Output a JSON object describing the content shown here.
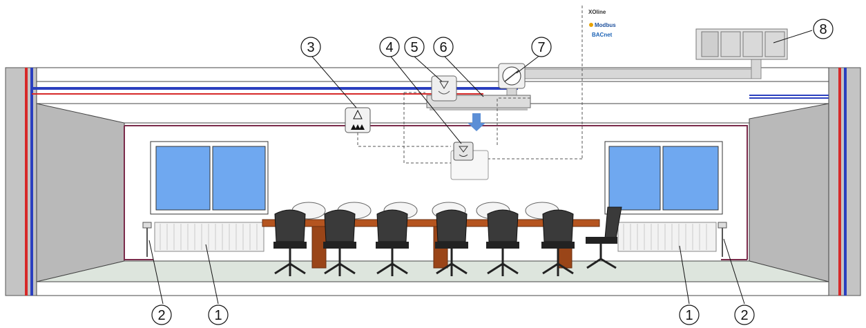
{
  "callouts": {
    "n1": "1",
    "n2": "2",
    "n3": "3",
    "n4": "4",
    "n5": "5",
    "n6": "6",
    "n7": "7",
    "n8": "8"
  },
  "protocols": {
    "xoline": "XOline",
    "modbus": "Modbus",
    "bacnet": "BACnet"
  },
  "colors": {
    "pipe_supply": "#d62828",
    "pipe_return": "#2a3fbf",
    "window_glass": "#6fa8f0",
    "table_wood": "#b5541f",
    "side_wall": "#b9b9b9",
    "floor": "#dde5dd"
  },
  "icons": {
    "sensor": "co2-sensor-icon",
    "controller": "room-controller-icon",
    "damper": "air-damper-icon"
  }
}
